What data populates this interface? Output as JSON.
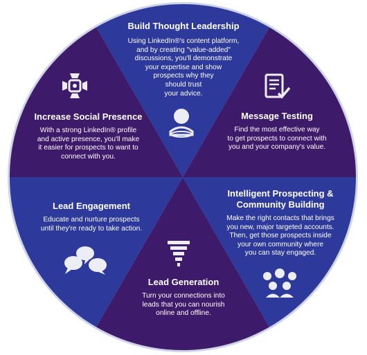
{
  "colors": {
    "blue": "#2D3A9C",
    "purple": "#3E1A6B",
    "icon": "#EDEEF5",
    "outline": "#CFD3E6"
  },
  "segments": [
    {
      "id": "build-thought-leadership",
      "title": "Build Thought Leadership",
      "body": "Using LinkedIn®'s content platform,\nand by creating \"value-added\"\ndiscussions, you'll demonstrate\nyour expertise and show\nprospects why they\nshould trust\nyour advice.",
      "icon": "person-spotlight-icon"
    },
    {
      "id": "message-testing",
      "title": "Message Testing",
      "body": "Find the most effective way\nto get prospects to connect with\nyou and your company's value.",
      "icon": "checklist-icon"
    },
    {
      "id": "intelligent-prospecting",
      "title": "Intelligent Prospecting &\nCommunity Building",
      "body": "Make the right contacts that brings\nyou new, major targeted accounts.\nThen, get those prospects inside\nyour own community where\nyou can stay engaged.",
      "icon": "group-icon"
    },
    {
      "id": "lead-generation",
      "title": "Lead Generation",
      "body": "Turn your connections into\nleads that you can nourish\nonline and offline.",
      "icon": "funnel-icon"
    },
    {
      "id": "lead-engagement",
      "title": "Lead Engagement",
      "body": "Educate and nurture prospects\nuntil they're ready to take action.",
      "icon": "chat-bubbles-icon"
    },
    {
      "id": "increase-social-presence",
      "title": "Increase Social Presence",
      "body": "With a strong LinkedIn® profile\nand active presence, you'll make\nit easier for prospects to want to\nconnect with you.",
      "icon": "broadcast-icon"
    }
  ]
}
